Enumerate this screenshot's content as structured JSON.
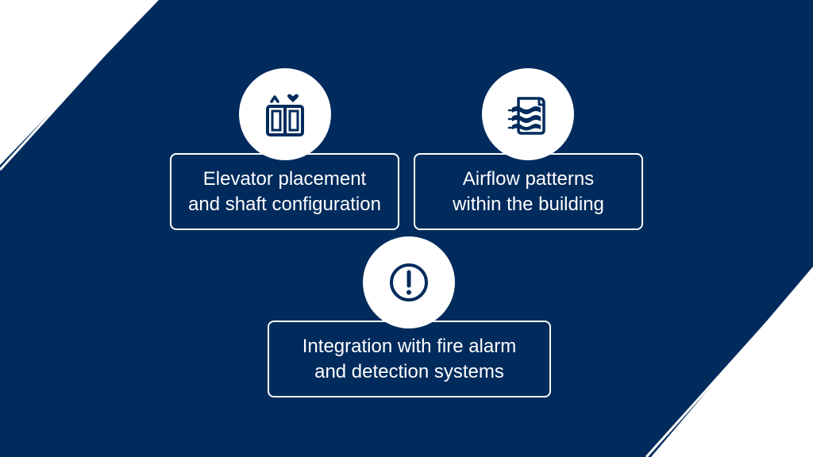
{
  "colors": {
    "background_navy": "#002b5c",
    "white": "#ffffff"
  },
  "items": [
    {
      "icon": "elevator-icon",
      "label": "Elevator placement\nand shaft configuration"
    },
    {
      "icon": "airflow-building-icon",
      "label": "Airflow patterns\nwithin the building"
    },
    {
      "icon": "alert-icon",
      "label": "Integration with fire alarm\nand detection systems"
    }
  ]
}
